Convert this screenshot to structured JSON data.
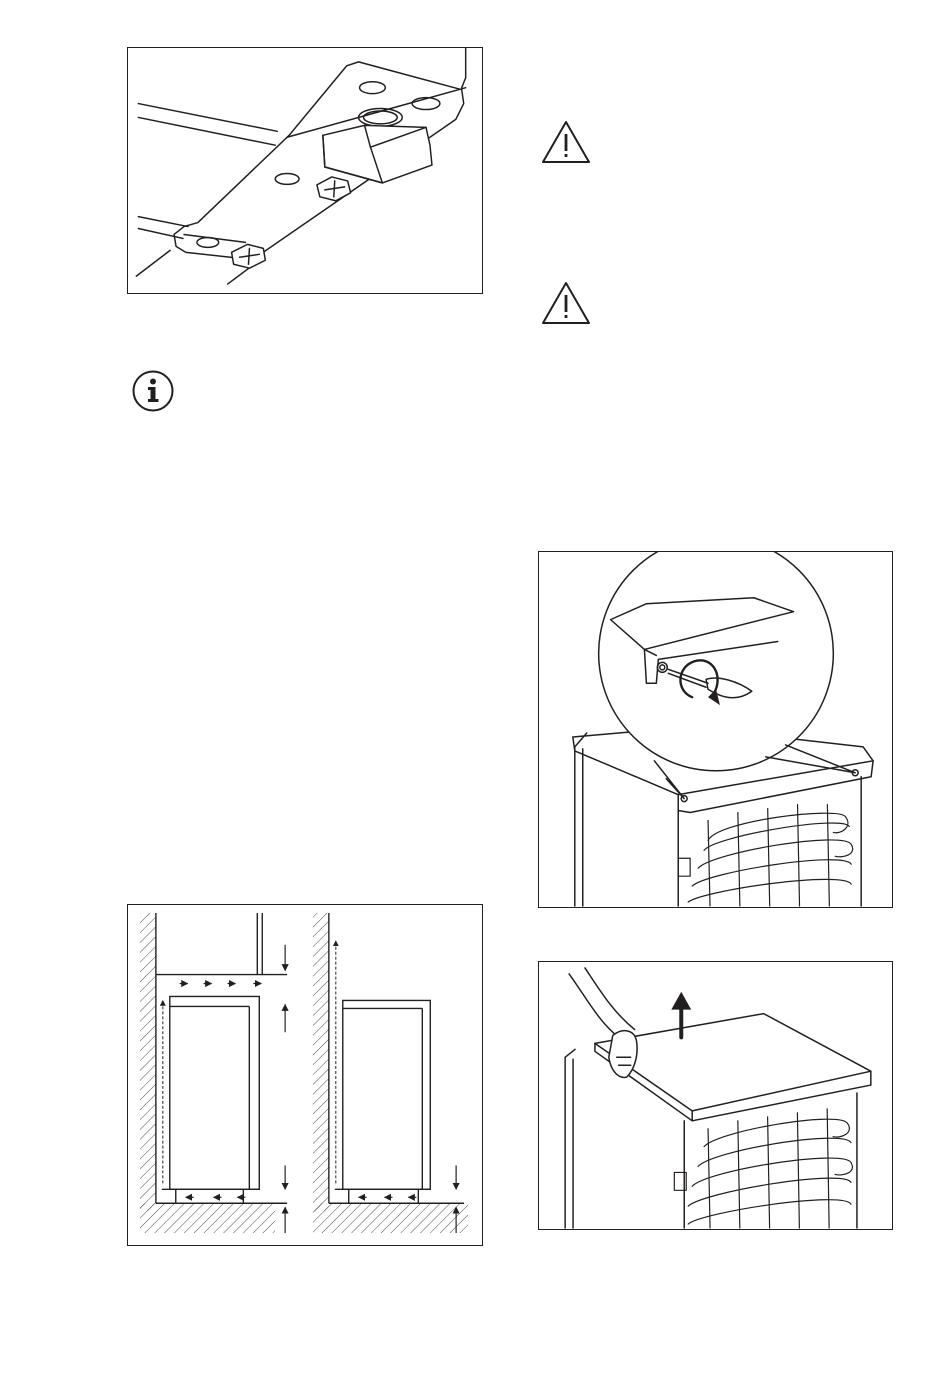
{
  "page": {
    "figures": [
      {
        "name": "mounting-bracket-figure",
        "depicts": "bracket-screws-and-foot"
      },
      {
        "name": "ventilation-clearance-figure",
        "depicts": "airflow-arrows-around-appliance"
      },
      {
        "name": "top-cover-screw-figure",
        "depicts": "screwdriver-unscrewing-top-cover"
      },
      {
        "name": "lift-top-cover-figure",
        "depicts": "hand-lifting-top-cover"
      }
    ],
    "icons": [
      "info-icon",
      "warning-icon",
      "warning-icon"
    ]
  }
}
